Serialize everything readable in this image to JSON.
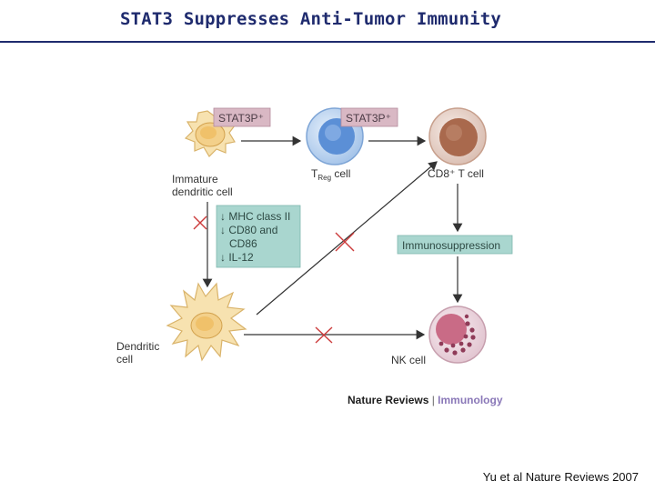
{
  "slide": {
    "title": "STAT3 Suppresses Anti-Tumor Immunity",
    "citation": "Yu et al Nature Reviews 2007"
  },
  "diagram": {
    "stat3_tag_1": "STAT3P⁺",
    "stat3_tag_2": "STAT3P⁺",
    "immature_dc_line1": "Immature",
    "immature_dc_line2": "dendritic cell",
    "treg_prefix": "T",
    "treg_sub": "Reg",
    "treg_suffix": " cell",
    "cd8_label": "CD8⁺ T cell",
    "marker_box": [
      "↓ MHC class II",
      "↓ CD80 and",
      "   CD86",
      "↓ IL-12"
    ],
    "immunosuppression": "Immunosuppression",
    "dc_line1": "Dendritic",
    "dc_line2": "cell",
    "nk_label": "NK cell",
    "journal_name": "Nature Reviews",
    "journal_sep": " | ",
    "journal_section": "Immunology"
  },
  "colors": {
    "title": "#1f2b6e",
    "tag_fill": "#d9b8c4",
    "box_fill": "#a9d6cf",
    "cross": "#cc3b3b",
    "dc_body": "#f3d08a",
    "treg_core": "#5b8fd6",
    "cd8_core": "#a9694d",
    "nk_core": "#c96b86",
    "journal_accent": "#8a78b8"
  }
}
